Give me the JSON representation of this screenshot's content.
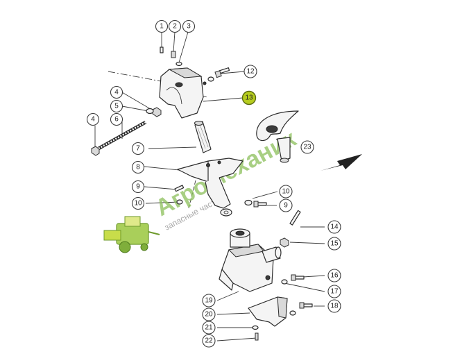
{
  "watermark": {
    "brand": "АгроМеханик",
    "tagline": "запасные части"
  },
  "callouts": [
    {
      "id": "c1",
      "label": "1"
    },
    {
      "id": "c2",
      "label": "2"
    },
    {
      "id": "c3",
      "label": "3"
    },
    {
      "id": "c12",
      "label": "12"
    },
    {
      "id": "c4a",
      "label": "4"
    },
    {
      "id": "c13",
      "label": "13"
    },
    {
      "id": "c5",
      "label": "5"
    },
    {
      "id": "c4b",
      "label": "4"
    },
    {
      "id": "c6",
      "label": "6"
    },
    {
      "id": "c7",
      "label": "7"
    },
    {
      "id": "c23",
      "label": "23"
    },
    {
      "id": "c8",
      "label": "8"
    },
    {
      "id": "c9a",
      "label": "9"
    },
    {
      "id": "c10a",
      "label": "10"
    },
    {
      "id": "c10b",
      "label": "10"
    },
    {
      "id": "c9b",
      "label": "9"
    },
    {
      "id": "c14",
      "label": "14"
    },
    {
      "id": "c15",
      "label": "15"
    },
    {
      "id": "c16",
      "label": "16"
    },
    {
      "id": "c17",
      "label": "17"
    },
    {
      "id": "c19",
      "label": "19"
    },
    {
      "id": "c18",
      "label": "18"
    },
    {
      "id": "c20",
      "label": "20"
    },
    {
      "id": "c21",
      "label": "21"
    },
    {
      "id": "c22",
      "label": "22"
    }
  ],
  "colors": {
    "highlight": "#b6cc1f",
    "watermark_green": "#8cbf5a",
    "line": "#3a3a3a"
  }
}
